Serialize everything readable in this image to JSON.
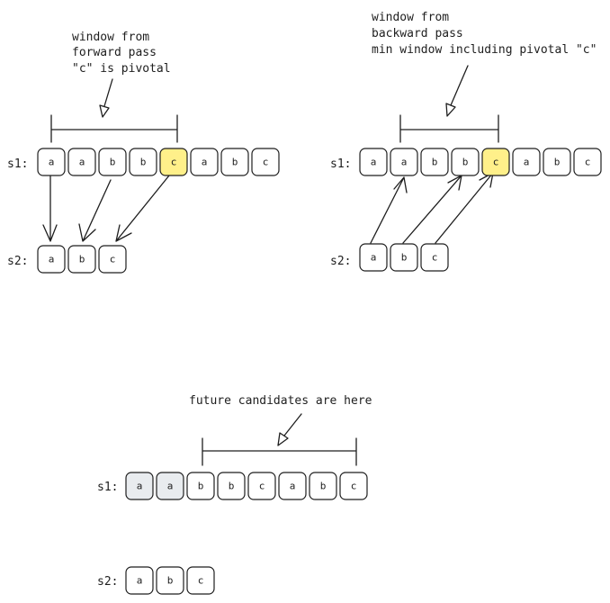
{
  "colors": {
    "pivotal": "#fff08a",
    "excluded": "#e9ecef",
    "default": "#ffffff",
    "stroke": "#1e1e1e"
  },
  "panels": [
    {
      "note": [
        "window from",
        "forward pass",
        "\"c\" is pivotal"
      ],
      "s1_label": "s1:",
      "s2_label": "s2:",
      "s1": [
        {
          "v": "a"
        },
        {
          "v": "a"
        },
        {
          "v": "b"
        },
        {
          "v": "b"
        },
        {
          "v": "c",
          "hl": "pivotal"
        },
        {
          "v": "a"
        },
        {
          "v": "b"
        },
        {
          "v": "c"
        }
      ],
      "s2": [
        {
          "v": "a"
        },
        {
          "v": "b"
        },
        {
          "v": "c"
        }
      ]
    },
    {
      "note": [
        "window from",
        "backward pass",
        "min window including pivotal \"c\""
      ],
      "s1_label": "s1:",
      "s2_label": "s2:",
      "s1": [
        {
          "v": "a"
        },
        {
          "v": "a"
        },
        {
          "v": "b"
        },
        {
          "v": "b"
        },
        {
          "v": "c",
          "hl": "pivotal"
        },
        {
          "v": "a"
        },
        {
          "v": "b"
        },
        {
          "v": "c"
        }
      ],
      "s2": [
        {
          "v": "a"
        },
        {
          "v": "b"
        },
        {
          "v": "c"
        }
      ]
    },
    {
      "note": [
        "future candidates are here"
      ],
      "s1_label": "s1:",
      "s2_label": "s2:",
      "s1": [
        {
          "v": "a",
          "hl": "excluded"
        },
        {
          "v": "a",
          "hl": "excluded"
        },
        {
          "v": "b"
        },
        {
          "v": "b"
        },
        {
          "v": "c"
        },
        {
          "v": "a"
        },
        {
          "v": "b"
        },
        {
          "v": "c"
        }
      ],
      "s2": [
        {
          "v": "a"
        },
        {
          "v": "b"
        },
        {
          "v": "c"
        }
      ]
    }
  ]
}
